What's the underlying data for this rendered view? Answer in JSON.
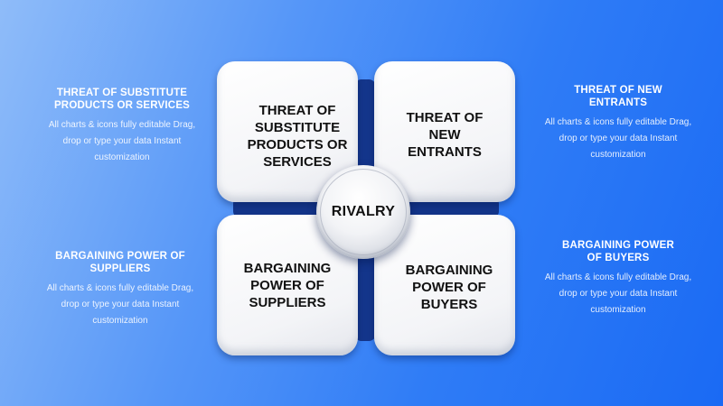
{
  "side_notes": {
    "top_left": {
      "title": "THREAT OF SUBSTITUTE\nPRODUCTS OR SERVICES",
      "description": "All charts & icons fully editable Drag,\ndrop or type your data Instant\ncustomization"
    },
    "bottom_left": {
      "title": "BARGAINING POWER OF\nSUPPLIERS",
      "description": "All charts & icons fully editable Drag,\ndrop or type your data Instant\ncustomization"
    },
    "top_right": {
      "title": "THREAT OF NEW\nENTRANTS",
      "description": "All charts & icons fully editable Drag,\ndrop or type your data Instant\ncustomization"
    },
    "bottom_right": {
      "title": "BARGAINING POWER\nOF BUYERS",
      "description": "All charts & icons fully editable Drag,\ndrop or type your data Instant\ncustomization"
    }
  },
  "tiles": {
    "top_left": "THREAT OF\nSUBSTITUTE\nPRODUCTS OR\nSERVICES",
    "top_right": "THREAT OF\nNEW\nENTRANTS",
    "bottom_left": "BARGAINING\nPOWER OF\nSUPPLIERS",
    "bottom_right": "BARGAINING\nPOWER OF\nBUYERS"
  },
  "center": {
    "label": "RIVALRY"
  },
  "colors": {
    "background_start": "#8fbcf9",
    "background_end": "#1a6af4",
    "cross": "#14368c",
    "tile": "#ffffff",
    "text_dark": "#111111",
    "text_light": "#ffffff"
  }
}
